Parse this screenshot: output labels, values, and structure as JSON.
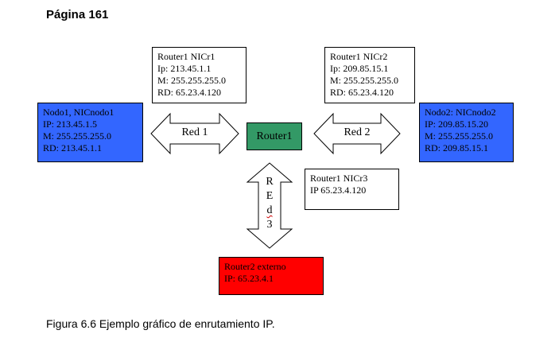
{
  "page_title": "Página 161",
  "caption": "Figura 6.6 Ejemplo gráfico de enrutamiento IP.",
  "nodes": {
    "nodo1": {
      "title": "Nodo1, NICnodo1",
      "ip": "IP: 213.45.1.5",
      "mask": "M: 255.255.255.0",
      "gateway": "RD: 213.45.1.1",
      "color": "#3366ff"
    },
    "nodo2": {
      "title": "Nodo2: NICnodo2",
      "ip": "IP: 209.85.15.20",
      "mask": "M: 255.255.255.0",
      "gateway": "RD: 209.85.15.1",
      "color": "#3366ff"
    },
    "router1": {
      "label": "Router1",
      "color": "#339966"
    },
    "router2": {
      "title": "Router2 externo",
      "ip": "IP: 65.23.4.1",
      "color": "#ff0000"
    }
  },
  "interfaces": {
    "nicr1": {
      "title": "Router1 NICr1",
      "ip": "Ip: 213.45.1.1",
      "mask": "M: 255.255.255.0",
      "gateway": "RD: 65.23.4.120"
    },
    "nicr2": {
      "title": "Router1 NICr2",
      "ip": "Ip: 209.85.15.1",
      "mask": "M: 255.255.255.0",
      "gateway": "RD: 65.23.4.120"
    },
    "nicr3": {
      "title": "Router1 NICr3",
      "ip": "IP 65.23.4.120"
    }
  },
  "networks": {
    "red1": "Red 1",
    "red2": "Red 2",
    "red3_letters": [
      "R",
      "E",
      "d",
      "3"
    ]
  }
}
